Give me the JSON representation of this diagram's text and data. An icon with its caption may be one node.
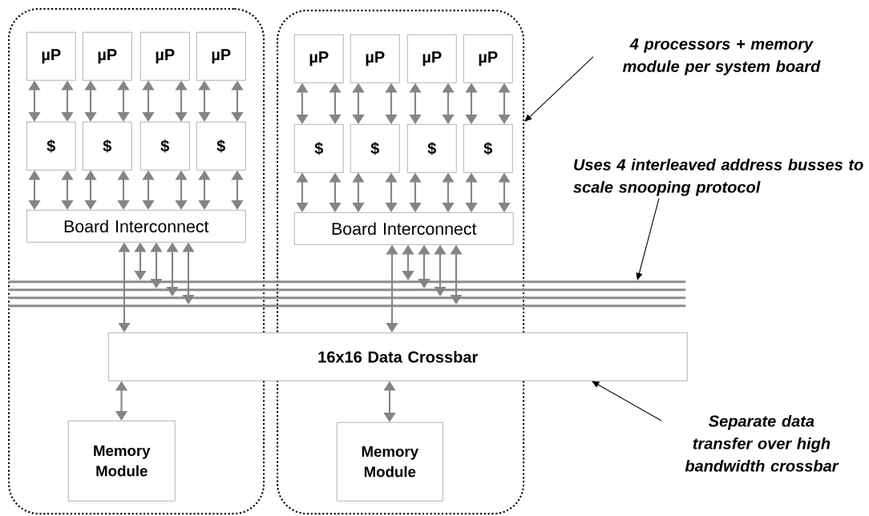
{
  "diagram": {
    "nodes": [
      {
        "text": [],
        "shape": "box"
      },
      {
        "text": [
          "µP"
        ],
        "in": 0
      },
      {
        "text": [
          "µP"
        ],
        "in": 0
      },
      {
        "text": [
          "µP"
        ],
        "in": 0
      },
      {
        "text": [
          "µP"
        ],
        "in": 0
      },
      {
        "text": [
          "$"
        ],
        "in": 0
      },
      {
        "text": [
          "$"
        ],
        "in": 0
      },
      {
        "text": [
          "$"
        ],
        "in": 0
      },
      {
        "text": [
          "$"
        ],
        "in": 0
      },
      {
        "text": [
          "Board Interconnect"
        ],
        "in": 0
      },
      {
        "text": [
          "Memory Module"
        ],
        "in": 0
      },
      {
        "text": [],
        "shape": "box"
      },
      {
        "text": [
          "µP"
        ],
        "in": 11
      },
      {
        "text": [
          "µP"
        ],
        "in": 11
      },
      {
        "text": [
          "µP"
        ],
        "in": 11
      },
      {
        "text": [
          "µP"
        ],
        "in": 11
      },
      {
        "text": [
          "$"
        ],
        "in": 11
      },
      {
        "text": [
          "$"
        ],
        "in": 11
      },
      {
        "text": [
          "$"
        ],
        "in": 11
      },
      {
        "text": [
          "$"
        ],
        "in": 11
      },
      {
        "text": [
          "Board Interconnect"
        ],
        "in": 11
      },
      {
        "text": [
          "Memory Module"
        ],
        "in": 11
      },
      {
        "text": [
          "4 processors + memory module per system board"
        ]
      },
      {
        "text": [
          "Uses 4 interleaved address busses to scale snooping protocol"
        ]
      },
      {
        "text": [],
        "shape": "bar"
      },
      {
        "text": [],
        "shape": "bar"
      },
      {
        "text": [],
        "shape": "bar"
      },
      {
        "text": [],
        "shape": "bar"
      },
      {
        "text": [
          "16x16 Data Crossbar"
        ]
      },
      {
        "text": [
          "Separate data transfer over high bandwidth crossbar"
        ]
      }
    ],
    "edges": [
      {
        "from": 1,
        "to": 5,
        "arrow": "both"
      },
      {
        "from": 1,
        "to": 5,
        "arrow": "both"
      },
      {
        "from": 2,
        "to": 6,
        "arrow": "both"
      },
      {
        "from": 2,
        "to": 6,
        "arrow": "both"
      },
      {
        "from": 3,
        "to": 7,
        "arrow": "both"
      },
      {
        "from": 3,
        "to": 7,
        "arrow": "both"
      },
      {
        "from": 4,
        "to": 8,
        "arrow": "both"
      },
      {
        "from": 4,
        "to": 8,
        "arrow": "both"
      },
      {
        "from": 5,
        "to": 9,
        "arrow": "both"
      },
      {
        "from": 5,
        "to": 9,
        "arrow": "both"
      },
      {
        "from": 6,
        "to": 9,
        "arrow": "both"
      },
      {
        "from": 6,
        "to": 9,
        "arrow": "both"
      },
      {
        "from": 7,
        "to": 9,
        "arrow": "both"
      },
      {
        "from": 7,
        "to": 9,
        "arrow": "both"
      },
      {
        "from": 8,
        "to": 9,
        "arrow": "both"
      },
      {
        "from": 8,
        "to": 9,
        "arrow": "both"
      },
      {
        "from": 12,
        "to": 16,
        "arrow": "both"
      },
      {
        "from": 12,
        "to": 16,
        "arrow": "both"
      },
      {
        "from": 13,
        "to": 17,
        "arrow": "both"
      },
      {
        "from": 13,
        "to": 17,
        "arrow": "both"
      },
      {
        "from": 14,
        "to": 18,
        "arrow": "both"
      },
      {
        "from": 14,
        "to": 18,
        "arrow": "both"
      },
      {
        "from": 15,
        "to": 19,
        "arrow": "both"
      },
      {
        "from": 15,
        "to": 19,
        "arrow": "both"
      },
      {
        "from": 16,
        "to": 20,
        "arrow": "both"
      },
      {
        "from": 16,
        "to": 20,
        "arrow": "both"
      },
      {
        "from": 17,
        "to": 20,
        "arrow": "both"
      },
      {
        "from": 17,
        "to": 20,
        "arrow": "both"
      },
      {
        "from": 18,
        "to": 20,
        "arrow": "both"
      },
      {
        "from": 18,
        "to": 20,
        "arrow": "both"
      },
      {
        "from": 19,
        "to": 20,
        "arrow": "both"
      },
      {
        "from": 19,
        "to": 20,
        "arrow": "both"
      },
      {
        "from": 9,
        "to": 28,
        "arrow": "both"
      },
      {
        "from": 9,
        "to": 24,
        "arrow": "both"
      },
      {
        "from": 9,
        "to": 25,
        "arrow": "both"
      },
      {
        "from": 9,
        "to": 26,
        "arrow": "both"
      },
      {
        "from": 9,
        "to": 27,
        "arrow": "both"
      },
      {
        "from": 20,
        "to": 28,
        "arrow": "both"
      },
      {
        "from": 20,
        "to": 24,
        "arrow": "both"
      },
      {
        "from": 20,
        "to": 25,
        "arrow": "both"
      },
      {
        "from": 20,
        "to": 26,
        "arrow": "both"
      },
      {
        "from": 20,
        "to": 27,
        "arrow": "both"
      },
      {
        "from": 28,
        "to": 10,
        "arrow": "both"
      },
      {
        "from": 28,
        "to": 21,
        "arrow": "both"
      },
      {
        "from": 22,
        "to": 11,
        "arrow": "to",
        "color": "#000000"
      },
      {
        "from": 23,
        "to": 24,
        "arrow": "to",
        "color": "#000000"
      },
      {
        "from": 29,
        "to": 28,
        "arrow": "to",
        "color": "#000000"
      }
    ]
  }
}
